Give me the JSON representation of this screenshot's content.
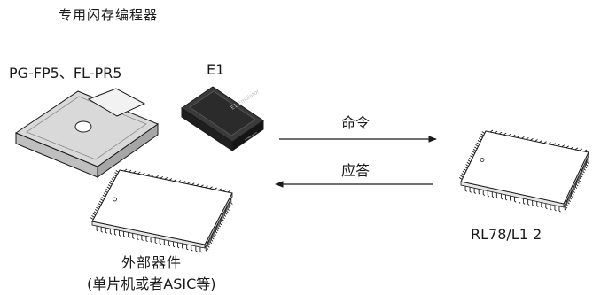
{
  "title": "专用闪存编程器",
  "programmer_label": "PG-FP5、FL-PR5",
  "e1_label": "E1",
  "e1_device_text": "E1 Emulator",
  "command_label": "命令",
  "response_label": "应答",
  "target_label": "RL78/L1 2",
  "external_device_label": "外部器件",
  "external_device_sublabel": "(单片机或者ASIC等)",
  "colors": {
    "line": "#1a1a1a",
    "chip_fill": "#ffffff",
    "programmer_body": "#d9d9d9",
    "programmer_screen": "#f2f2f2",
    "e1_body": "#2b2b2b"
  },
  "icons": {
    "programmer": "flash-programmer-icon",
    "e1": "e1-emulator-icon",
    "target_chip": "qfp-chip-icon",
    "external_chip": "qfp-chip-icon"
  }
}
